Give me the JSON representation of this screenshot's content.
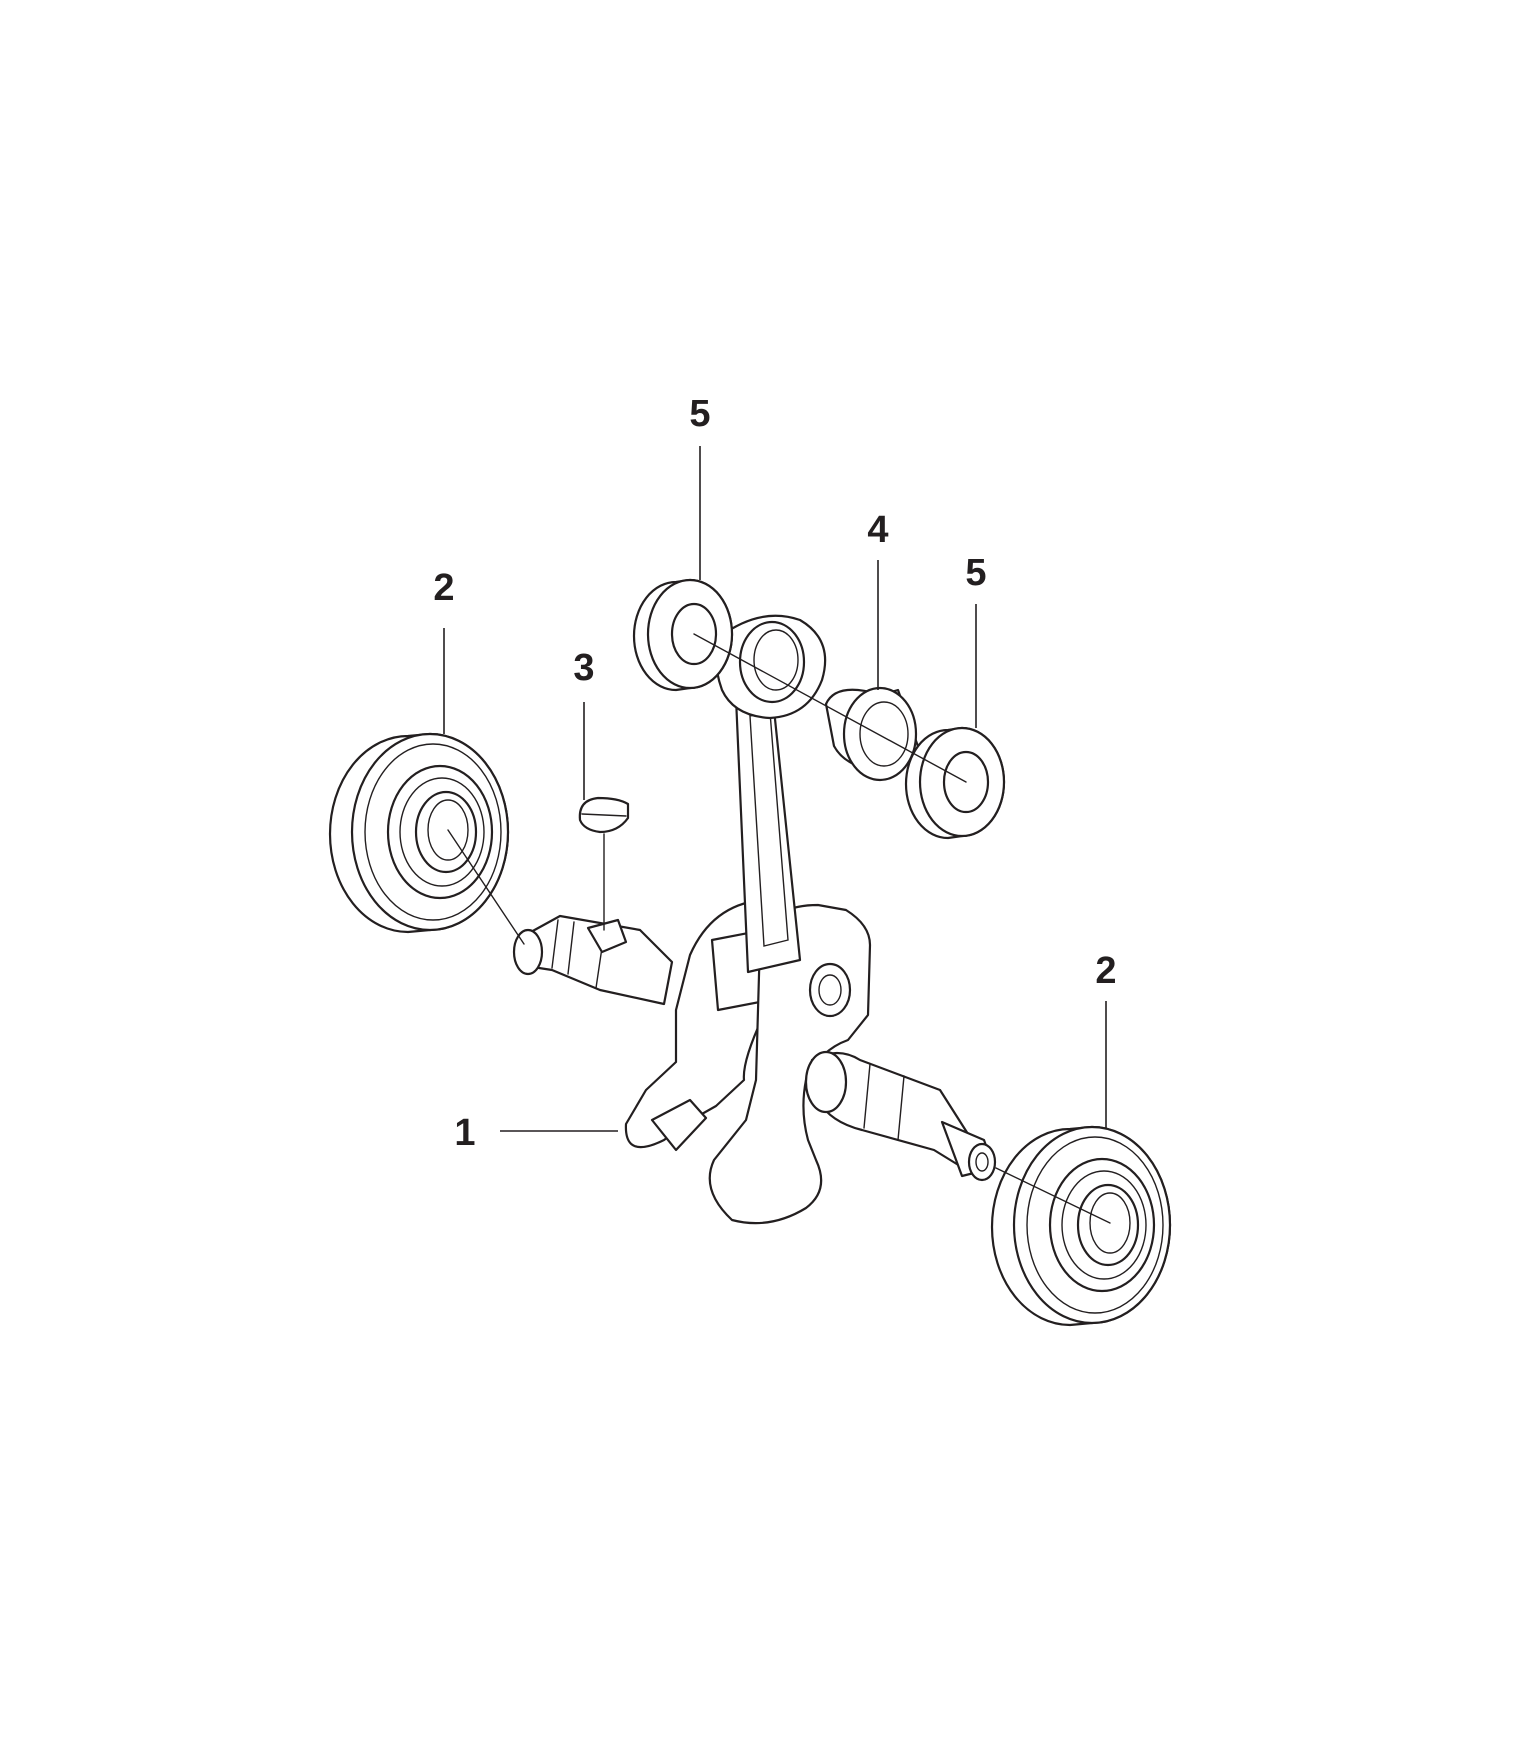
{
  "diagram": {
    "type": "exploded-parts-view",
    "callouts": [
      {
        "id": "c1",
        "text": "1"
      },
      {
        "id": "c2a",
        "text": "2"
      },
      {
        "id": "c2b",
        "text": "2"
      },
      {
        "id": "c3",
        "text": "3"
      },
      {
        "id": "c4",
        "text": "4"
      },
      {
        "id": "c5a",
        "text": "5"
      },
      {
        "id": "c5b",
        "text": "5"
      }
    ]
  }
}
